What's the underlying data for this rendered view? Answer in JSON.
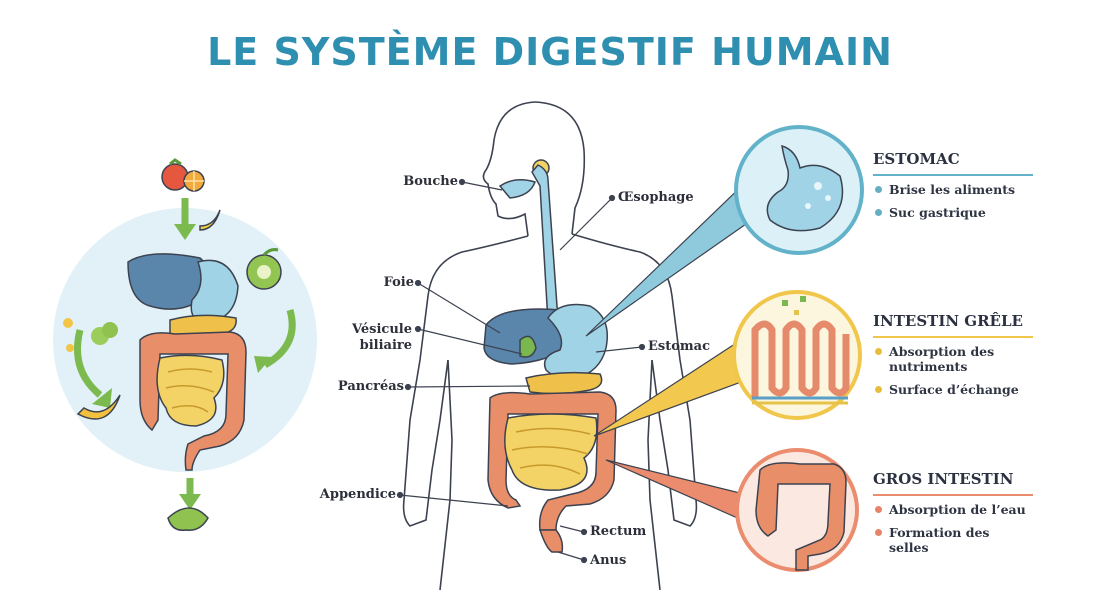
{
  "title": "LE SYSTÈME DIGESTIF HUMAIN",
  "colors": {
    "title": "#2f8fb0",
    "stomach": "#9fd3e5",
    "liver": "#5b86ab",
    "gallbladder": "#79b84e",
    "pancreas": "#f0c14a",
    "small_intestine": "#f3d266",
    "large_intestine": "#e88f6a",
    "outline": "#3c4250",
    "panel_estomac": "#62b2c9",
    "panel_grele": "#f0c64b",
    "panel_gros": "#ea8c6d",
    "bullet_estomac": "#65aec5",
    "bullet_grele": "#e9bd3c",
    "bullet_gros": "#e8836a"
  },
  "labels": {
    "bouche": "Bouche",
    "oesophage": "Œsophage",
    "foie": "Foie",
    "vesicule_line1": "Vésicule",
    "vesicule_line2": "biliaire",
    "estomac": "Estomac",
    "pancreas": "Pancréas",
    "appendice": "Appendice",
    "rectum": "Rectum",
    "anus": "Anus"
  },
  "panels": {
    "estomac": {
      "title": "ESTOMAC",
      "items": [
        "Brise les aliments",
        "Suc gastrique"
      ]
    },
    "intestin_grele": {
      "title": "INTESTIN GRÊLE",
      "items": [
        "Absorption des nutriments",
        "Surface d’échange"
      ]
    },
    "gros_intestin": {
      "title": "GROS INTESTIN",
      "items": [
        "Absorption de l’eau",
        "Formation des selles"
      ]
    }
  },
  "icons": {
    "food": [
      "tomato-icon",
      "orange-icon",
      "banana-icon",
      "apple-icon",
      "broccoli-icon",
      "waste-icon"
    ]
  }
}
